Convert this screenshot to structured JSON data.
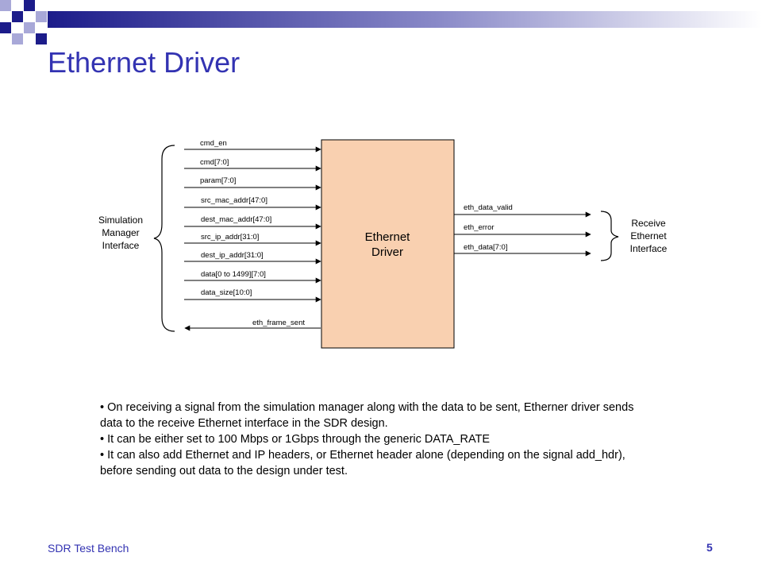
{
  "slide": {
    "title": "Ethernet Driver",
    "footer": "SDR Test Bench",
    "page_number": "5"
  },
  "diagram": {
    "block_label_line1": "Ethernet",
    "block_label_line2": "Driver",
    "block_color": "#f9d0b0",
    "left_group": [
      "Simulation",
      "Manager",
      "Interface"
    ],
    "right_group": [
      "Receive",
      "Ethernet",
      "Interface"
    ],
    "input_signals": [
      "cmd_en",
      "cmd[7:0]",
      "param[7:0]",
      "src_mac_addr[47:0]",
      "dest_mac_addr[47:0]",
      "src_ip_addr[31:0]",
      "dest_ip_addr[31:0]",
      "data[0 to 1499][7:0]",
      "data_size[10:0]"
    ],
    "feedback_signal": "eth_frame_sent",
    "output_signals": [
      "eth_data_valid",
      "eth_error",
      "eth_data[7:0]"
    ]
  },
  "bullets": [
    "• On receiving a signal from the simulation manager along with the data to be sent, Etherner driver sends data to the receive Ethernet interface in the SDR design.",
    "• It can be either set to 100 Mbps or 1Gbps through the generic  DATA_RATE",
    "• It can also add Ethernet and IP headers, or Ethernet header alone  (depending on the signal add_hdr), before sending out data to the design under test."
  ],
  "colors": {
    "accent": "#3333b2"
  }
}
